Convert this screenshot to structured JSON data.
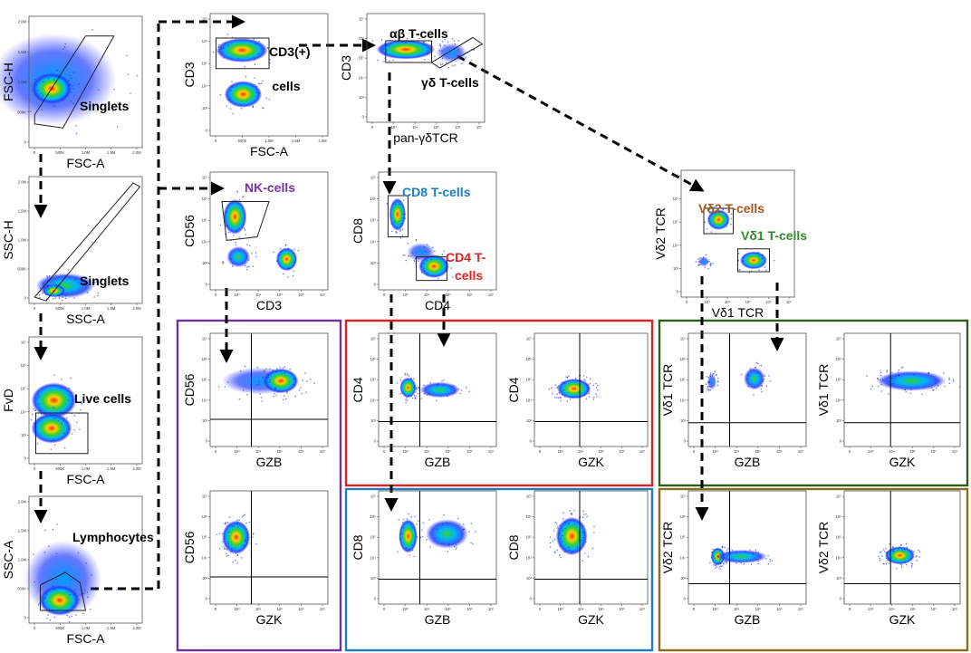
{
  "colors": {
    "ink": "#000000",
    "nk": "#7b2fa6",
    "cd8": "#1a7fc2",
    "cd4": "#e02020",
    "vd2": "#a8551e",
    "vd1": "#2e8b2e",
    "box_nk": "#7030a0",
    "box_cd4": "#e02020",
    "box_cd8": "#1a7fc2",
    "box_vd1": "#2d5a1e",
    "box_vd2": "#8a6d1e"
  },
  "plots": [
    {
      "id": "singlets-fsc",
      "x_label": "FSC-A",
      "y_label": "FSC-H",
      "gate_label": "Singlets",
      "label_color": "ink",
      "xticks": [
        "0",
        "500K",
        "1.0M",
        "1.5M",
        "2.0M"
      ],
      "yticks": [
        "0",
        "500K",
        "1.0M",
        "1.5M",
        "2.0M"
      ]
    },
    {
      "id": "singlets-ssc",
      "x_label": "SSC-A",
      "y_label": "SSC-H",
      "gate_label": "Singlets",
      "label_color": "ink",
      "xticks": [
        "0",
        "500K",
        "1.0M",
        "1.5M",
        "2.0M"
      ],
      "yticks": [
        "0",
        "500K",
        "1.0M",
        "1.5M",
        "2.0M"
      ]
    },
    {
      "id": "live",
      "x_label": "FSC-A",
      "y_label": "FvD",
      "gate_label": "Live cells",
      "label_color": "ink",
      "xticks": [
        "0",
        "500K",
        "1.0M",
        "1.5M",
        "2.0M"
      ],
      "yticks": [
        "0",
        "10³",
        "10⁴",
        "10⁵",
        "10⁶",
        "10⁷"
      ]
    },
    {
      "id": "lymph",
      "x_label": "FSC-A",
      "y_label": "SSC-A",
      "gate_label": "Lymphocytes",
      "label_color": "ink",
      "xticks": [
        "0",
        "500K",
        "1.0M",
        "1.5M",
        "2.0M"
      ],
      "yticks": [
        "0",
        "500K",
        "1.0M",
        "1.5M",
        "2.0M"
      ]
    },
    {
      "id": "cd3",
      "x_label": "FSC-A",
      "y_label": "CD3",
      "gate_label": "CD3(+) cells",
      "label_color": "ink",
      "xticks": [
        "0",
        "500K",
        "1.0M",
        "1.5M",
        "2.0M"
      ],
      "yticks": [
        "0",
        "10³",
        "10⁴",
        "10⁵",
        "10⁶",
        "10⁷"
      ]
    },
    {
      "id": "abgd",
      "x_label": "pan-γδTCR",
      "y_label": "CD3",
      "gate_label": "αβ T-cells",
      "gate_label2": "γδ T-cells",
      "label_color": "ink",
      "xticks": [
        "0",
        "10³",
        "10⁴",
        "10⁵",
        "10⁶",
        "10⁷"
      ],
      "yticks": [
        "0",
        "10³",
        "10⁴",
        "10⁵",
        "10⁶",
        "10⁷"
      ]
    },
    {
      "id": "nk",
      "x_label": "CD3",
      "y_label": "CD56",
      "gate_label": "NK-cells",
      "label_color": "nk",
      "xticks": [
        "0",
        "10³",
        "10⁴",
        "10⁵",
        "10⁶",
        "10⁷"
      ],
      "yticks": [
        "0",
        "10³",
        "10⁴",
        "10⁵",
        "10⁶",
        "10⁷"
      ]
    },
    {
      "id": "cd4cd8",
      "x_label": "CD4",
      "y_label": "CD8",
      "gate_label": "CD8 T-cells",
      "gate_label2": "CD4 T-cells",
      "label_color": "cd8",
      "label2_color": "cd4",
      "xticks": [
        "0",
        "10³",
        "10⁴",
        "10⁵",
        "10⁶",
        "10⁷"
      ],
      "yticks": [
        "0",
        "10³",
        "10⁴",
        "10⁵",
        "10⁶",
        "10⁷"
      ]
    },
    {
      "id": "vd",
      "x_label": "Vδ1 TCR",
      "y_label": "Vδ2 TCR",
      "gate_label": "Vδ2 T-cells",
      "gate_label2": "Vδ1 T-cells",
      "label_color": "vd2",
      "label2_color": "vd1",
      "xticks": [
        "0",
        "10³",
        "10⁴",
        "10⁵",
        "10⁶",
        "10⁷"
      ],
      "yticks": [
        "0",
        "10³",
        "10⁴",
        "10⁵",
        "10⁶",
        "10⁷"
      ]
    },
    {
      "id": "nk-gzb",
      "x_label": "GZB",
      "y_label": "CD56",
      "xticks": [
        "0",
        "10³",
        "10⁴",
        "10⁵",
        "10⁶",
        "10⁷"
      ],
      "yticks": [
        "0",
        "10³",
        "10⁴",
        "10⁵",
        "10⁶",
        "10⁷"
      ]
    },
    {
      "id": "nk-gzk",
      "x_label": "GZK",
      "y_label": "CD56",
      "xticks": [
        "0",
        "10³",
        "10⁴",
        "10⁵",
        "10⁶",
        "10⁷"
      ],
      "yticks": [
        "0",
        "10³",
        "10⁴",
        "10⁵",
        "10⁶",
        "10⁷"
      ]
    },
    {
      "id": "cd4-gzb",
      "x_label": "GZB",
      "y_label": "CD4",
      "xticks": [
        "0",
        "10³",
        "10⁴",
        "10⁵",
        "10⁶",
        "10⁷"
      ],
      "yticks": [
        "0",
        "10³",
        "10⁴",
        "10⁵",
        "10⁶",
        "10⁷"
      ]
    },
    {
      "id": "cd4-gzk",
      "x_label": "GZK",
      "y_label": "CD4",
      "xticks": [
        "0",
        "10³",
        "10⁴",
        "10⁵",
        "10⁶",
        "10⁷"
      ],
      "yticks": [
        "0",
        "10³",
        "10⁴",
        "10⁵",
        "10⁶",
        "10⁷"
      ]
    },
    {
      "id": "cd8-gzb",
      "x_label": "GZB",
      "y_label": "CD8",
      "xticks": [
        "0",
        "10³",
        "10⁴",
        "10⁵",
        "10⁶",
        "10⁷"
      ],
      "yticks": [
        "0",
        "10³",
        "10⁴",
        "10⁵",
        "10⁶",
        "10⁷"
      ]
    },
    {
      "id": "cd8-gzk",
      "x_label": "GZK",
      "y_label": "CD8",
      "xticks": [
        "0",
        "10³",
        "10⁴",
        "10⁵",
        "10⁶",
        "10⁷"
      ],
      "yticks": [
        "0",
        "10³",
        "10⁴",
        "10⁵",
        "10⁶",
        "10⁷"
      ]
    },
    {
      "id": "vd1-gzb",
      "x_label": "GZB",
      "y_label": "Vδ1 TCR",
      "xticks": [
        "0",
        "10³",
        "10⁴",
        "10⁵",
        "10⁶",
        "10⁷"
      ],
      "yticks": [
        "0",
        "10³",
        "10⁴",
        "10⁵",
        "10⁶",
        "10⁷"
      ]
    },
    {
      "id": "vd1-gzk",
      "x_label": "GZK",
      "y_label": "Vδ1 TCR",
      "xticks": [
        "0",
        "10³",
        "10⁴",
        "10⁵",
        "10⁶",
        "10⁷"
      ],
      "yticks": [
        "0",
        "10³",
        "10⁴",
        "10⁵",
        "10⁶",
        "10⁷"
      ]
    },
    {
      "id": "vd2-gzb",
      "x_label": "GZB",
      "y_label": "Vδ2 TCR",
      "xticks": [
        "0",
        "10³",
        "10⁴",
        "10⁵",
        "10⁶",
        "10⁷"
      ],
      "yticks": [
        "0",
        "10³",
        "10⁴",
        "10⁵",
        "10⁶",
        "10⁷"
      ]
    },
    {
      "id": "vd2-gzk",
      "x_label": "GZK",
      "y_label": "Vδ2 TCR",
      "xticks": [
        "0",
        "10³",
        "10⁴",
        "10⁵",
        "10⁶",
        "10⁷"
      ],
      "yticks": [
        "0",
        "10³",
        "10⁴",
        "10⁵",
        "10⁶",
        "10⁷"
      ]
    }
  ]
}
